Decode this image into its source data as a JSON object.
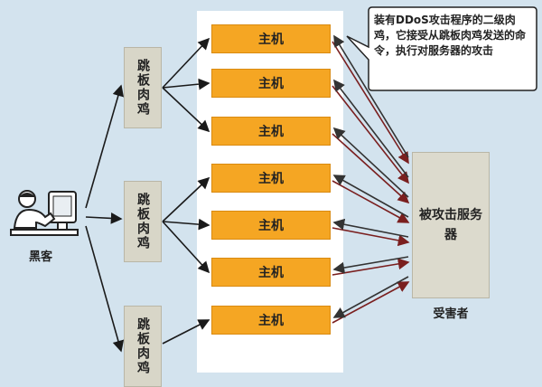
{
  "hacker": {
    "label": "黑客"
  },
  "zombies": [
    {
      "label": "跳板肉鸡"
    },
    {
      "label": "跳板肉鸡"
    },
    {
      "label": "跳板肉鸡"
    }
  ],
  "hosts": [
    {
      "label": "主机"
    },
    {
      "label": "主机"
    },
    {
      "label": "主机"
    },
    {
      "label": "主机"
    },
    {
      "label": "主机"
    },
    {
      "label": "主机"
    },
    {
      "label": "主机"
    }
  ],
  "victim": {
    "label": "被攻击服务器",
    "caption": "受害者"
  },
  "callout": {
    "text": "装有DDoS攻击程序的二级肉鸡，它接受从跳板肉鸡发送的命令，执行对服务器的攻击"
  },
  "colors": {
    "background": "#d3e3ee",
    "host_fill": "#f5a623",
    "zombie_fill": "#d8d6c8",
    "victim_fill": "#dcdacd",
    "attack_arrow": "#7a1f1f",
    "command_arrow": "#1a1a1a"
  }
}
